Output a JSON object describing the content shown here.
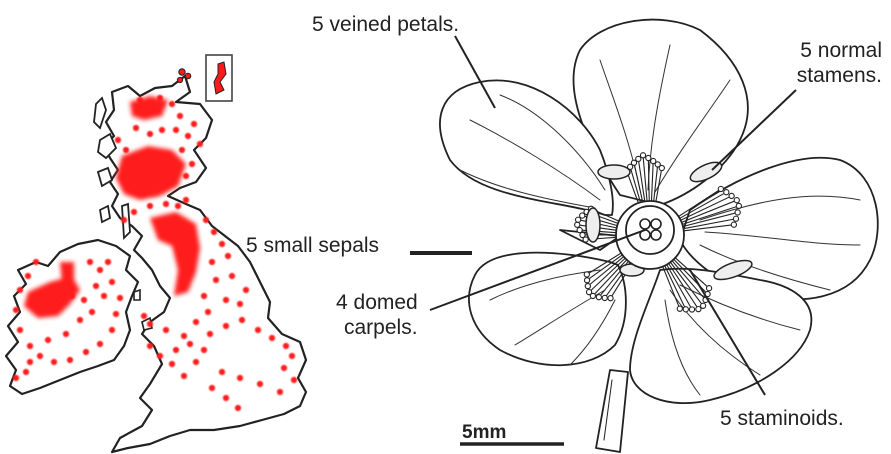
{
  "labels": {
    "petals": "5 veined petals.",
    "stamens_line1": "5 normal",
    "stamens_line2": "stamens.",
    "sepals": "5 small sepals",
    "carpels_line1": "4 domed",
    "carpels_line2": "carpels.",
    "staminoids": "5 staminoids.",
    "scale": "5mm"
  },
  "map": {
    "land_color": "#ffffff",
    "outline_color": "#222222",
    "dot_color": "#ff1a1a",
    "inset_frame": true
  },
  "flower": {
    "petal_count": 5,
    "stamen_count": 5,
    "staminoid_count": 5,
    "carpel_count": 4,
    "line_color": "#222222"
  }
}
